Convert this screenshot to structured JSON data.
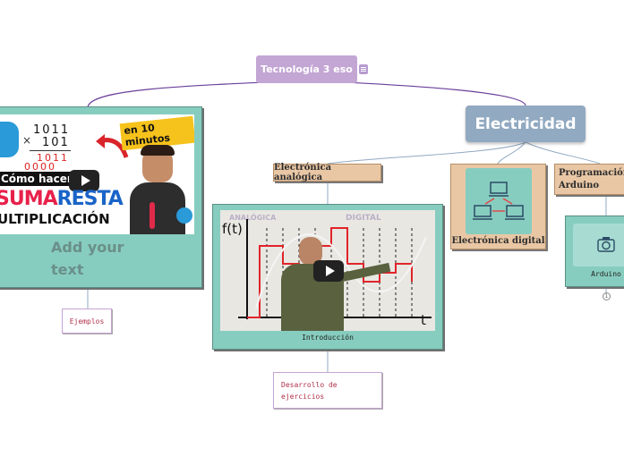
{
  "root": {
    "title": "Tecnología 3 eso",
    "note_icon": "note-icon"
  },
  "electricidad": {
    "title": "Electricidad"
  },
  "colors": {
    "line": "#6a3f9a",
    "root": "#c3a6d4",
    "elec": "#91a9c1",
    "teal": "#87cdbf",
    "tag": "#e9c7a5"
  },
  "left_card": {
    "thumb": {
      "digits_top": "1011",
      "digits_mid": "101",
      "digits_bot": "1011",
      "digits_zero": "0000",
      "op": "×",
      "badge": "en 10 minutos",
      "como": "Cómo hacer",
      "suma": "SUMA",
      "resta": "RESTA",
      "mult": "ULTIPLICACIÓN"
    },
    "text": "Add your text"
  },
  "ejemplos": {
    "label": "Ejemplos"
  },
  "analogica": {
    "tag": "Electrónica analógica",
    "video_caption": "Introducción",
    "board_left": "ANALÓGICA",
    "board_right": "DIGITAL",
    "axis_f": "f(t)",
    "axis_t": "t"
  },
  "desarrollo": {
    "label": "Desarrollo de ejercicios"
  },
  "digital": {
    "label": "Electrónica digital",
    "icon": "network-icon"
  },
  "programacion": {
    "label": "Programación Arduino"
  },
  "arduino": {
    "label": "Arduino",
    "icon": "camera-icon",
    "badge": "1"
  }
}
